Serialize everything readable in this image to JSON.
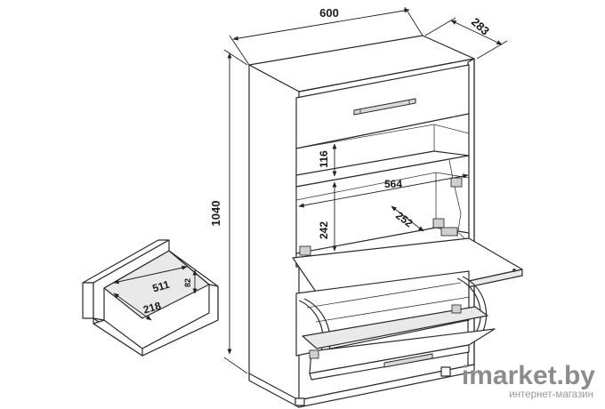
{
  "dimensions": {
    "width": "600",
    "depth": "283",
    "height": "1040",
    "inner_width": "564",
    "shelf_gap": "116",
    "section_height": "242",
    "section_depth": "252",
    "drawer_width": "511",
    "drawer_depth": "218",
    "drawer_height": "82"
  },
  "watermark": {
    "brand": "imarket.by",
    "tagline": "интернет-магазин"
  },
  "colors": {
    "line": "#2b2b2b",
    "fill": "#ffffff",
    "shade": "#e9e9e9",
    "watermark": "#8c8c8c"
  }
}
